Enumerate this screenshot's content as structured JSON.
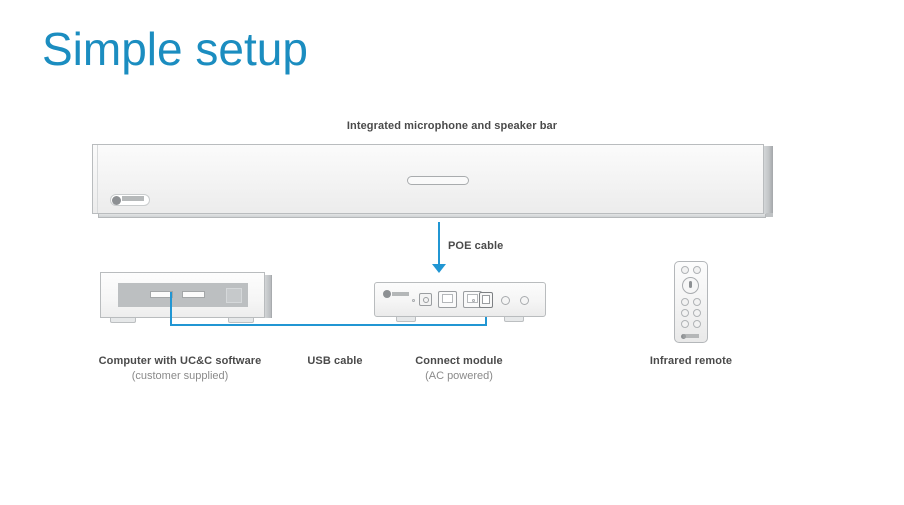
{
  "page": {
    "title": "Simple setup",
    "title_color": "#1b8dc0",
    "background": "#ffffff",
    "cable_color": "#2196d3",
    "label_color": "#4a4a4a",
    "sublabel_color": "#8a8a8a"
  },
  "diagram": {
    "speaker_bar": {
      "label": "Integrated microphone and speaker bar",
      "logo_icon": "brand-logo-icon",
      "slot_icon": "speaker-slot-icon"
    },
    "poe_cable": {
      "label": "POE cable",
      "arrow_icon": "arrow-down-icon"
    },
    "computer": {
      "label": "Computer with UC&C software",
      "sublabel": "(customer supplied)",
      "ports": [
        "usb-slot",
        "usb-slot",
        "square-port"
      ]
    },
    "usb_cable": {
      "label": "USB cable",
      "arrow_icon": "arrow-up-icon"
    },
    "connect_module": {
      "label": "Connect module",
      "sublabel": "(AC powered)",
      "logo_icon": "brand-logo-icon",
      "ports": [
        "power-port",
        "rj45-port",
        "rj45-port",
        "usb-b-port",
        "round-port",
        "round-port"
      ]
    },
    "remote": {
      "label": "Infrared remote",
      "logo_icon": "brand-logo-icon",
      "buttons": [
        "top-left-button",
        "top-right-button",
        "mute-button",
        "row1-left-button",
        "row1-right-button",
        "row2-left-button",
        "row2-right-button",
        "row3-left-button",
        "row3-right-button"
      ]
    }
  }
}
